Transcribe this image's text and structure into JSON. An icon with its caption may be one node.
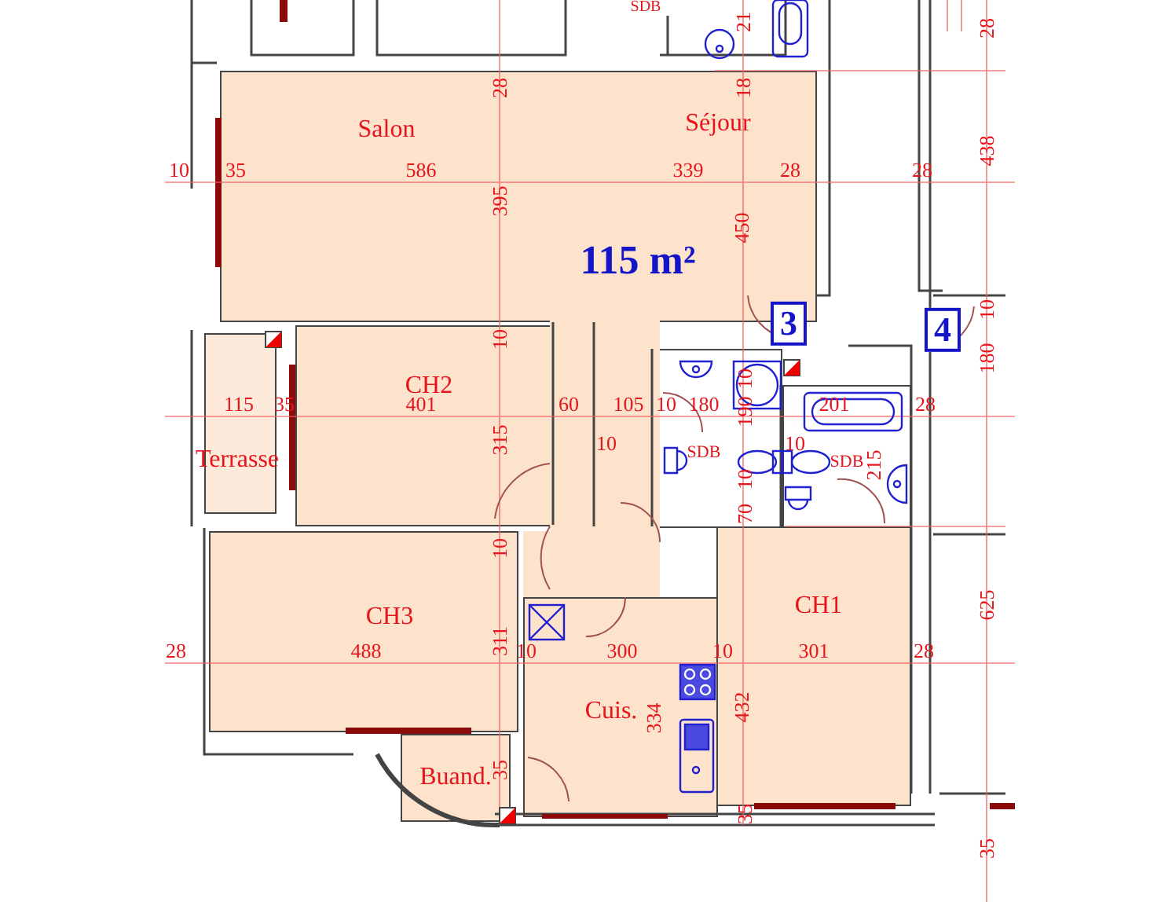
{
  "diagram": {
    "nodes": [
      {
        "text": [
          "Salon",
          "Séjour"
        ]
      },
      {
        "text": [
          "CH2"
        ]
      },
      {
        "text": [
          "Terrasse"
        ]
      },
      {
        "text": [
          "CH3"
        ]
      },
      {
        "text": [
          "CH1"
        ]
      },
      {
        "text": [
          "Cuis."
        ]
      },
      {
        "text": [
          "Buand."
        ]
      },
      {
        "text": [
          "SDB"
        ]
      },
      {
        "text": [
          "SDB"
        ]
      }
    ],
    "labels": [
      "SDB",
      "21",
      "28",
      "28",
      "18",
      "438",
      "10",
      "35",
      "586",
      "339",
      "28",
      "28",
      "395",
      "450",
      "115 m²",
      "3",
      "4",
      "10",
      "180",
      "10",
      "10",
      "115",
      "35",
      "401",
      "60",
      "105",
      "10",
      "180",
      "190",
      "201",
      "28",
      "10",
      "10",
      "315",
      "215",
      "10",
      "70",
      "10",
      "625",
      "28",
      "488",
      "311",
      "10",
      "300",
      "10",
      "301",
      "28",
      "334",
      "432",
      "35",
      "35",
      "35"
    ]
  }
}
